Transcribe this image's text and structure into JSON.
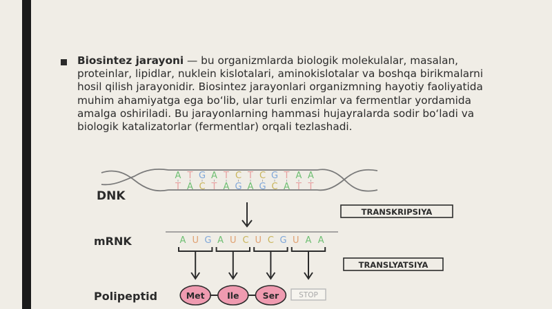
{
  "slide": {
    "term": "Biosintez jarayoni",
    "text": " — bu organizmlarda biologik molekulalar, masalan, proteinlar, lipidlar, nuklein kislotalari, aminokislotalar va boshqa birikmalarni hosil qilish jarayonidir. Biosintez jarayonlari organizmning hayotiy faoliyatida muhim ahamiyatga ega bo‘lib, ular turli enzimlar va fermentlar yordamida amalga oshiriladi. Bu jarayonlarning hammasi hujayralarda sodir bo‘ladi va biologik katalizatorlar (fermentlar) orqali tezlashadi."
  },
  "diagram": {
    "dna_label": "DNK",
    "mrna_label": "mRNK",
    "polypeptide_label": "Polipeptid",
    "transcription_label": "TRANSKRIPSIYA",
    "translation_label": "TRANSLYATSIYA",
    "dna_top": [
      "A",
      "T",
      "G",
      "A",
      "T",
      "C",
      "T",
      "C",
      "G",
      "T",
      "A",
      "A"
    ],
    "dna_bottom": [
      "T",
      "A",
      "C",
      "T",
      "A",
      "G",
      "A",
      "G",
      "C",
      "A",
      "T",
      "T"
    ],
    "mrna": [
      "A",
      "U",
      "G",
      "A",
      "U",
      "C",
      "U",
      "C",
      "G",
      "U",
      "A",
      "A"
    ],
    "amino_acids": [
      "Met",
      "Ile",
      "Ser"
    ],
    "stop_label": "STOP"
  }
}
